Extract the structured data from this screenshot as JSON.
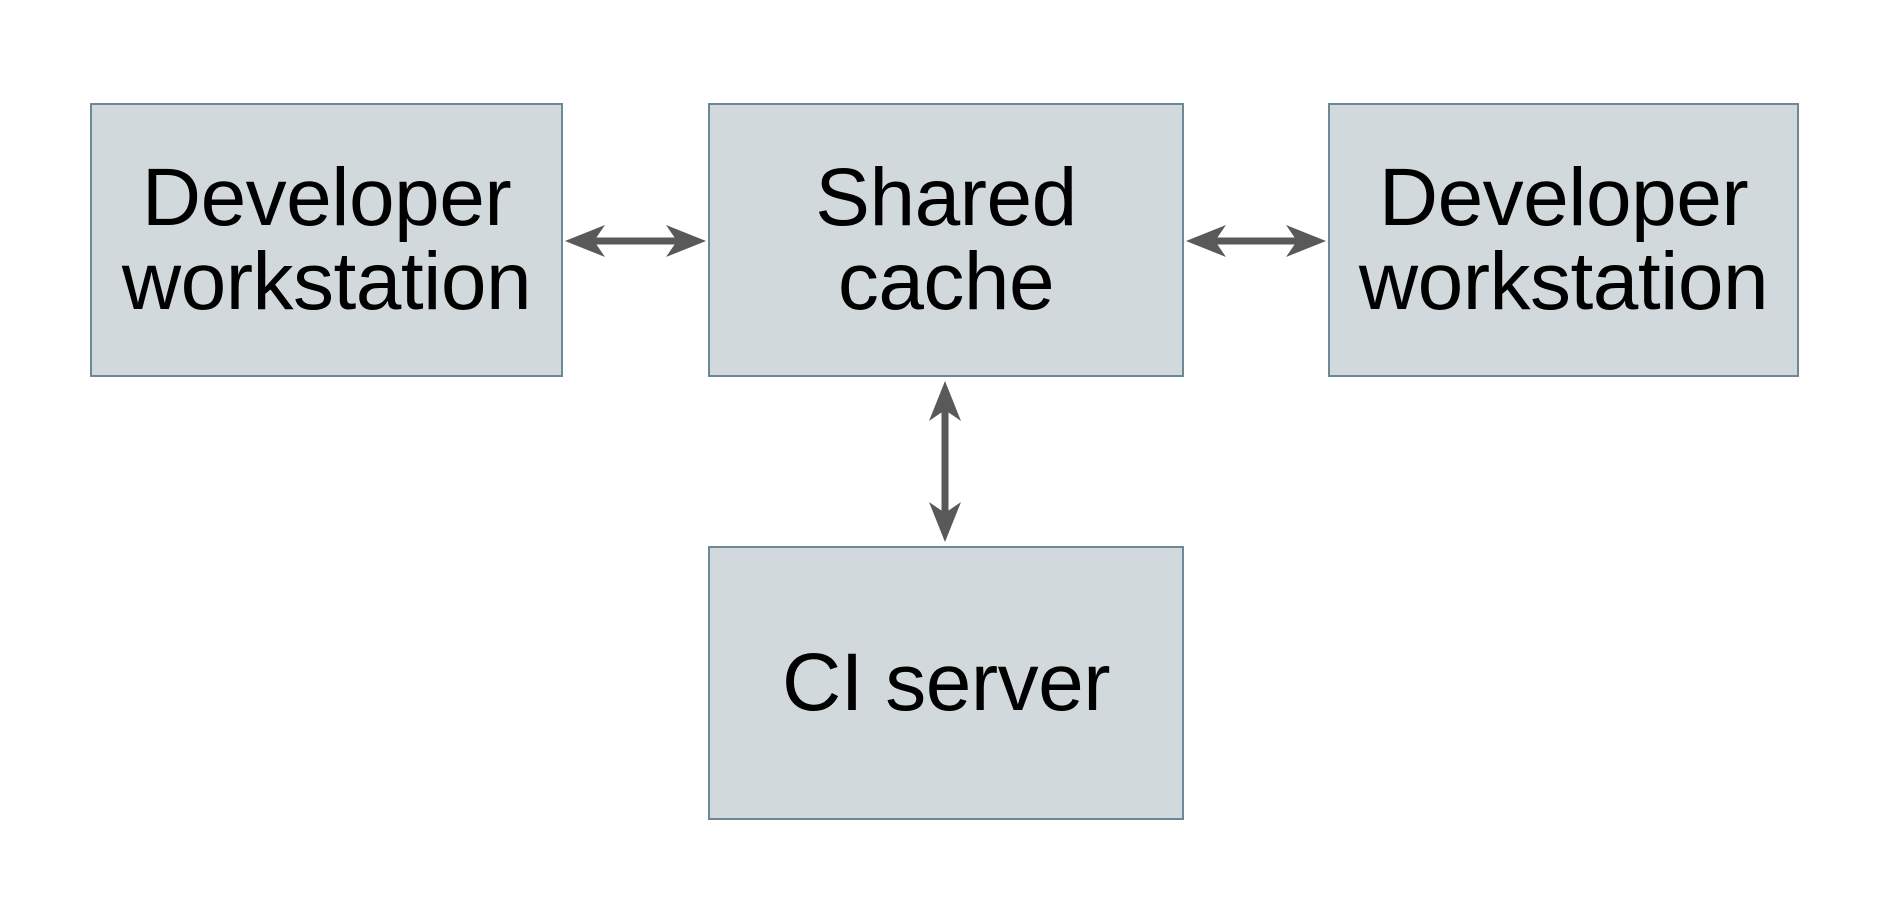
{
  "diagram": {
    "colors": {
      "background": "#ffffff",
      "node_fill": "#d2d9dc",
      "node_border": "#6d8997",
      "arrow": "#595959",
      "text": "#000000"
    },
    "nodes": [
      {
        "id": "developer-workstation-left",
        "label": "Developer workstation"
      },
      {
        "id": "shared-cache",
        "label": "Shared cache"
      },
      {
        "id": "developer-workstation-right",
        "label": "Developer workstation"
      },
      {
        "id": "ci-server",
        "label": "CI server"
      }
    ],
    "edges": [
      {
        "from": "developer-workstation-left",
        "to": "shared-cache",
        "type": "bidirectional-arrow",
        "orientation": "horizontal"
      },
      {
        "from": "shared-cache",
        "to": "developer-workstation-right",
        "type": "bidirectional-arrow",
        "orientation": "horizontal"
      },
      {
        "from": "shared-cache",
        "to": "ci-server",
        "type": "bidirectional-arrow",
        "orientation": "vertical"
      }
    ]
  }
}
